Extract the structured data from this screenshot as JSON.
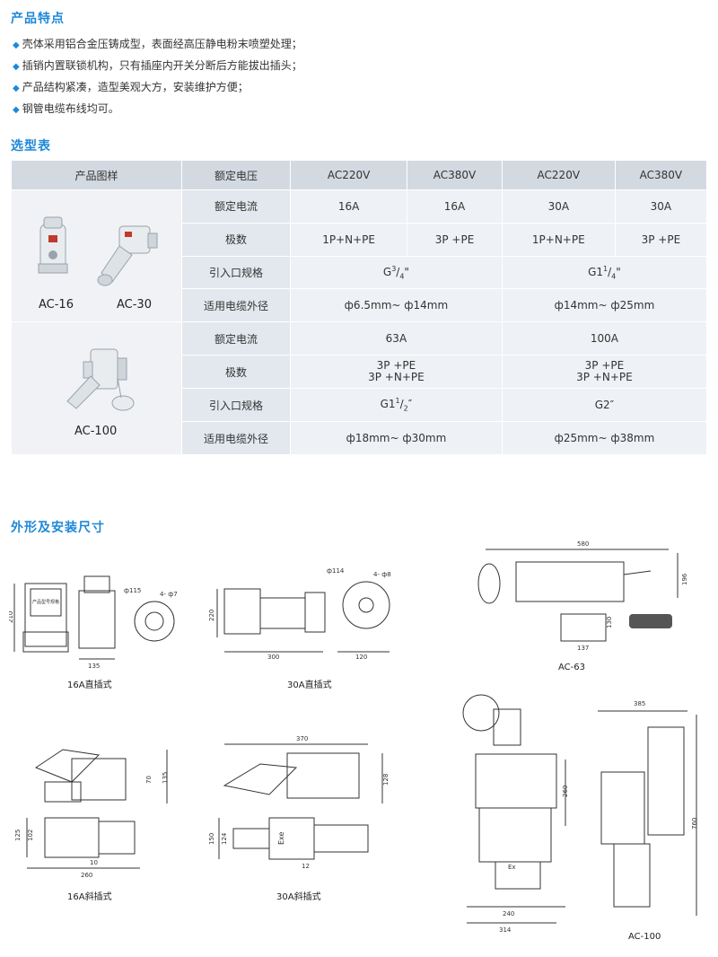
{
  "features": {
    "title": "产品特点",
    "items": [
      "壳体采用铝合金压铸成型，表面经高压静电粉末喷塑处理；",
      "插销内置联锁机构，只有插座内开关分断后方能拔出插头；",
      "产品结构紧凑，造型美观大方，安装维护方便；",
      "钢管电缆布线均可。"
    ]
  },
  "selection": {
    "title": "选型表",
    "header": [
      "产品图样",
      "额定电压",
      "AC220V",
      "AC380V",
      "AC220V",
      "AC380V"
    ],
    "group1": {
      "models": [
        "AC-16",
        "AC-30"
      ],
      "current_label": "额定电流",
      "currents": [
        "16A",
        "16A",
        "30A",
        "30A"
      ],
      "poles_label": "极数",
      "poles": [
        "1P+N+PE",
        "3P +PE",
        "1P+N+PE",
        "3P +PE"
      ],
      "entry_label": "引入口规格",
      "entry_a_base": "G",
      "entry_a_num": "3",
      "entry_a_den": "4",
      "entry_a_mark": "\"",
      "entry_b_base": "G1",
      "entry_b_num": "1",
      "entry_b_den": "4",
      "entry_b_mark": "\"",
      "cable_label": "适用电缆外径",
      "cable_a": "ф6.5mm~ ф14mm",
      "cable_b": "ф14mm~ ф25mm"
    },
    "group2": {
      "model": "AC-100",
      "current_label": "额定电流",
      "currents": [
        "63A",
        "100A"
      ],
      "poles_label": "极数",
      "poles_a": [
        "3P +PE",
        "3P +N+PE"
      ],
      "poles_b": [
        "3P +PE",
        "3P +N+PE"
      ],
      "entry_label": "引入口规格",
      "entry_a_base": "G1",
      "entry_a_num": "1",
      "entry_a_den": "2",
      "entry_a_mark": "″",
      "entry_b": "G2″",
      "cable_label": "适用电缆外径",
      "cable_a": "ф18mm~ ф30mm",
      "cable_b": "ф25mm~ ф38mm"
    }
  },
  "dimensions": {
    "title": "外形及安装尺寸",
    "d16_straight": {
      "caption": "16A直插式",
      "dims": [
        "210",
        "135",
        "ф115",
        "4- ф7"
      ],
      "label": "产品型号规格"
    },
    "d30_straight": {
      "caption": "30A直插式",
      "dims": [
        "220",
        "300",
        "120",
        "ф114",
        "4- ф8"
      ]
    },
    "d63": {
      "caption": "AC-63",
      "dims": [
        "580",
        "196",
        "130",
        "137"
      ]
    },
    "d16_oblique": {
      "caption": "16A斜插式",
      "dims": [
        "135",
        "70",
        "125",
        "102",
        "10",
        "260"
      ]
    },
    "d30_oblique": {
      "caption": "30A斜插式",
      "dims": [
        "370",
        "128",
        "150",
        "124",
        "12"
      ],
      "mark": "Exe"
    },
    "d100": {
      "caption": "AC-100",
      "dims": [
        "385",
        "260",
        "760",
        "240",
        "314"
      ],
      "mark": "Ex"
    }
  },
  "colors": {
    "accent": "#1e88d8",
    "header_bg": "#d3d9e0",
    "label_bg": "#e3e8ee",
    "cell_bg": "#eef1f5"
  }
}
